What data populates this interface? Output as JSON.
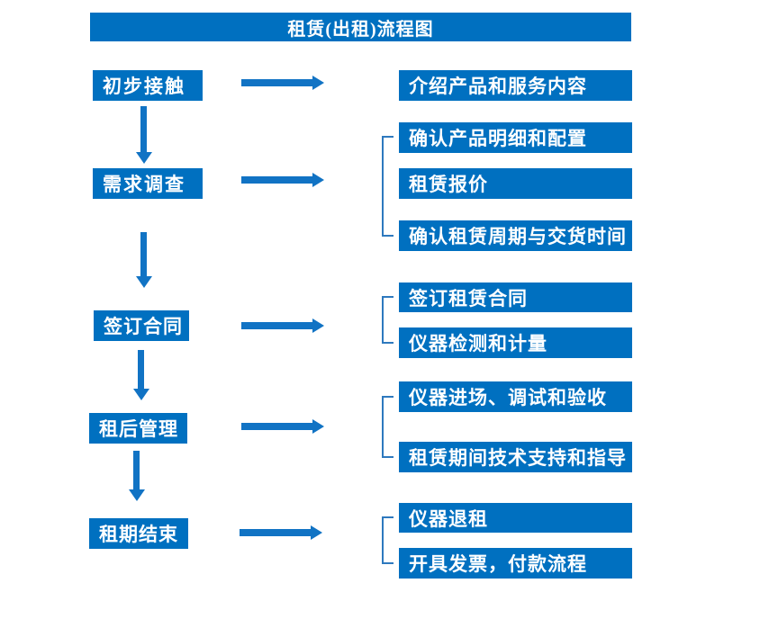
{
  "title": "租赁(出租)流程图",
  "colors": {
    "box_blue": "#0070C0",
    "arrow_blue": "#1173C4",
    "bracket_blue": "#2E79BE",
    "text_white": "#FFFFFF"
  },
  "flow": {
    "steps": [
      {
        "label": "初步接触"
      },
      {
        "label": "需求调查"
      },
      {
        "label": "签订合同"
      },
      {
        "label": "租后管理"
      },
      {
        "label": "租期结束"
      }
    ],
    "details": [
      {
        "items": [
          "介绍产品和服务内容"
        ]
      },
      {
        "items": [
          "确认产品明细和配置",
          "租赁报价",
          "确认租赁周期与交货时间"
        ]
      },
      {
        "items": [
          "签订租赁合同",
          "仪器检测和计量"
        ]
      },
      {
        "items": [
          "仪器进场、调试和验收",
          "租赁期间技术支持和指导"
        ]
      },
      {
        "items": [
          "仪器退租",
          "开具发票，付款流程"
        ]
      }
    ]
  }
}
